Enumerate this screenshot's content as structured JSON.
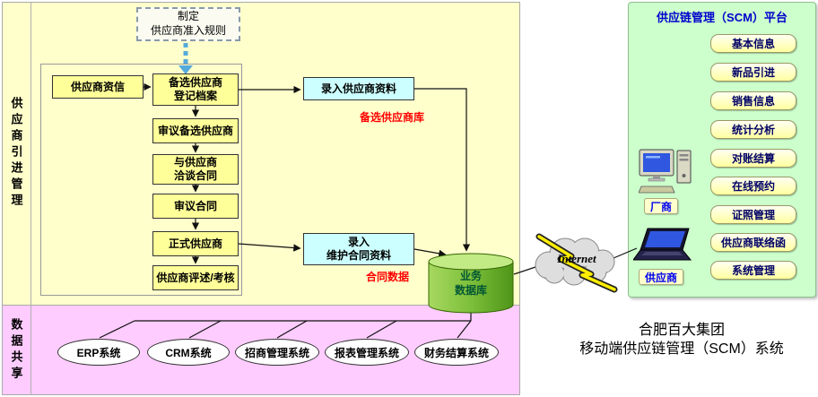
{
  "left_panel": {
    "side_label": "供应商引进管理",
    "rule_box": "制定\n供应商准入规则",
    "credit_box": "供应商资信",
    "chain": [
      "备选供应商\n登记档案",
      "审议备选供应商",
      "与供应商\n洽谈合同",
      "审议合同",
      "正式供应商",
      "供应商评述/考核"
    ],
    "entry_supplier_box": "录入供应商资料",
    "entry_contract_box": "录入\n维护合同资料",
    "candidate_db_label": "备选供应商库",
    "contract_data_label": "合同数据",
    "database_label": "业务\n数据库"
  },
  "bottom_panel": {
    "side_label": "数据共享",
    "systems": [
      "ERP系统",
      "CRM系统",
      "招商管理系统",
      "报表管理系统",
      "财务结算系统"
    ]
  },
  "internet_label": "Internet",
  "scm_panel": {
    "title": "供应链管理（SCM）平台",
    "desktop_label": "厂商",
    "laptop_label": "供应商",
    "buttons": [
      "基本信息",
      "新品引进",
      "销售信息",
      "统计分析",
      "对账结算",
      "在线预约",
      "证照管理",
      "供应商联络函",
      "系统管理"
    ]
  },
  "footer": {
    "line1": "合肥百大集团",
    "line2": "移动端供应链管理（SCM）系统"
  },
  "colors": {
    "yellow_region": "#FFFFCC",
    "pink_region": "#FFCCFF",
    "green_panel": "#CCFFCC",
    "process_box": "#FFFF99",
    "entry_box": "#CCFFFF",
    "database_green": "#66AA22",
    "accent_red": "#FF0000",
    "title_blue": "#0000CC"
  }
}
